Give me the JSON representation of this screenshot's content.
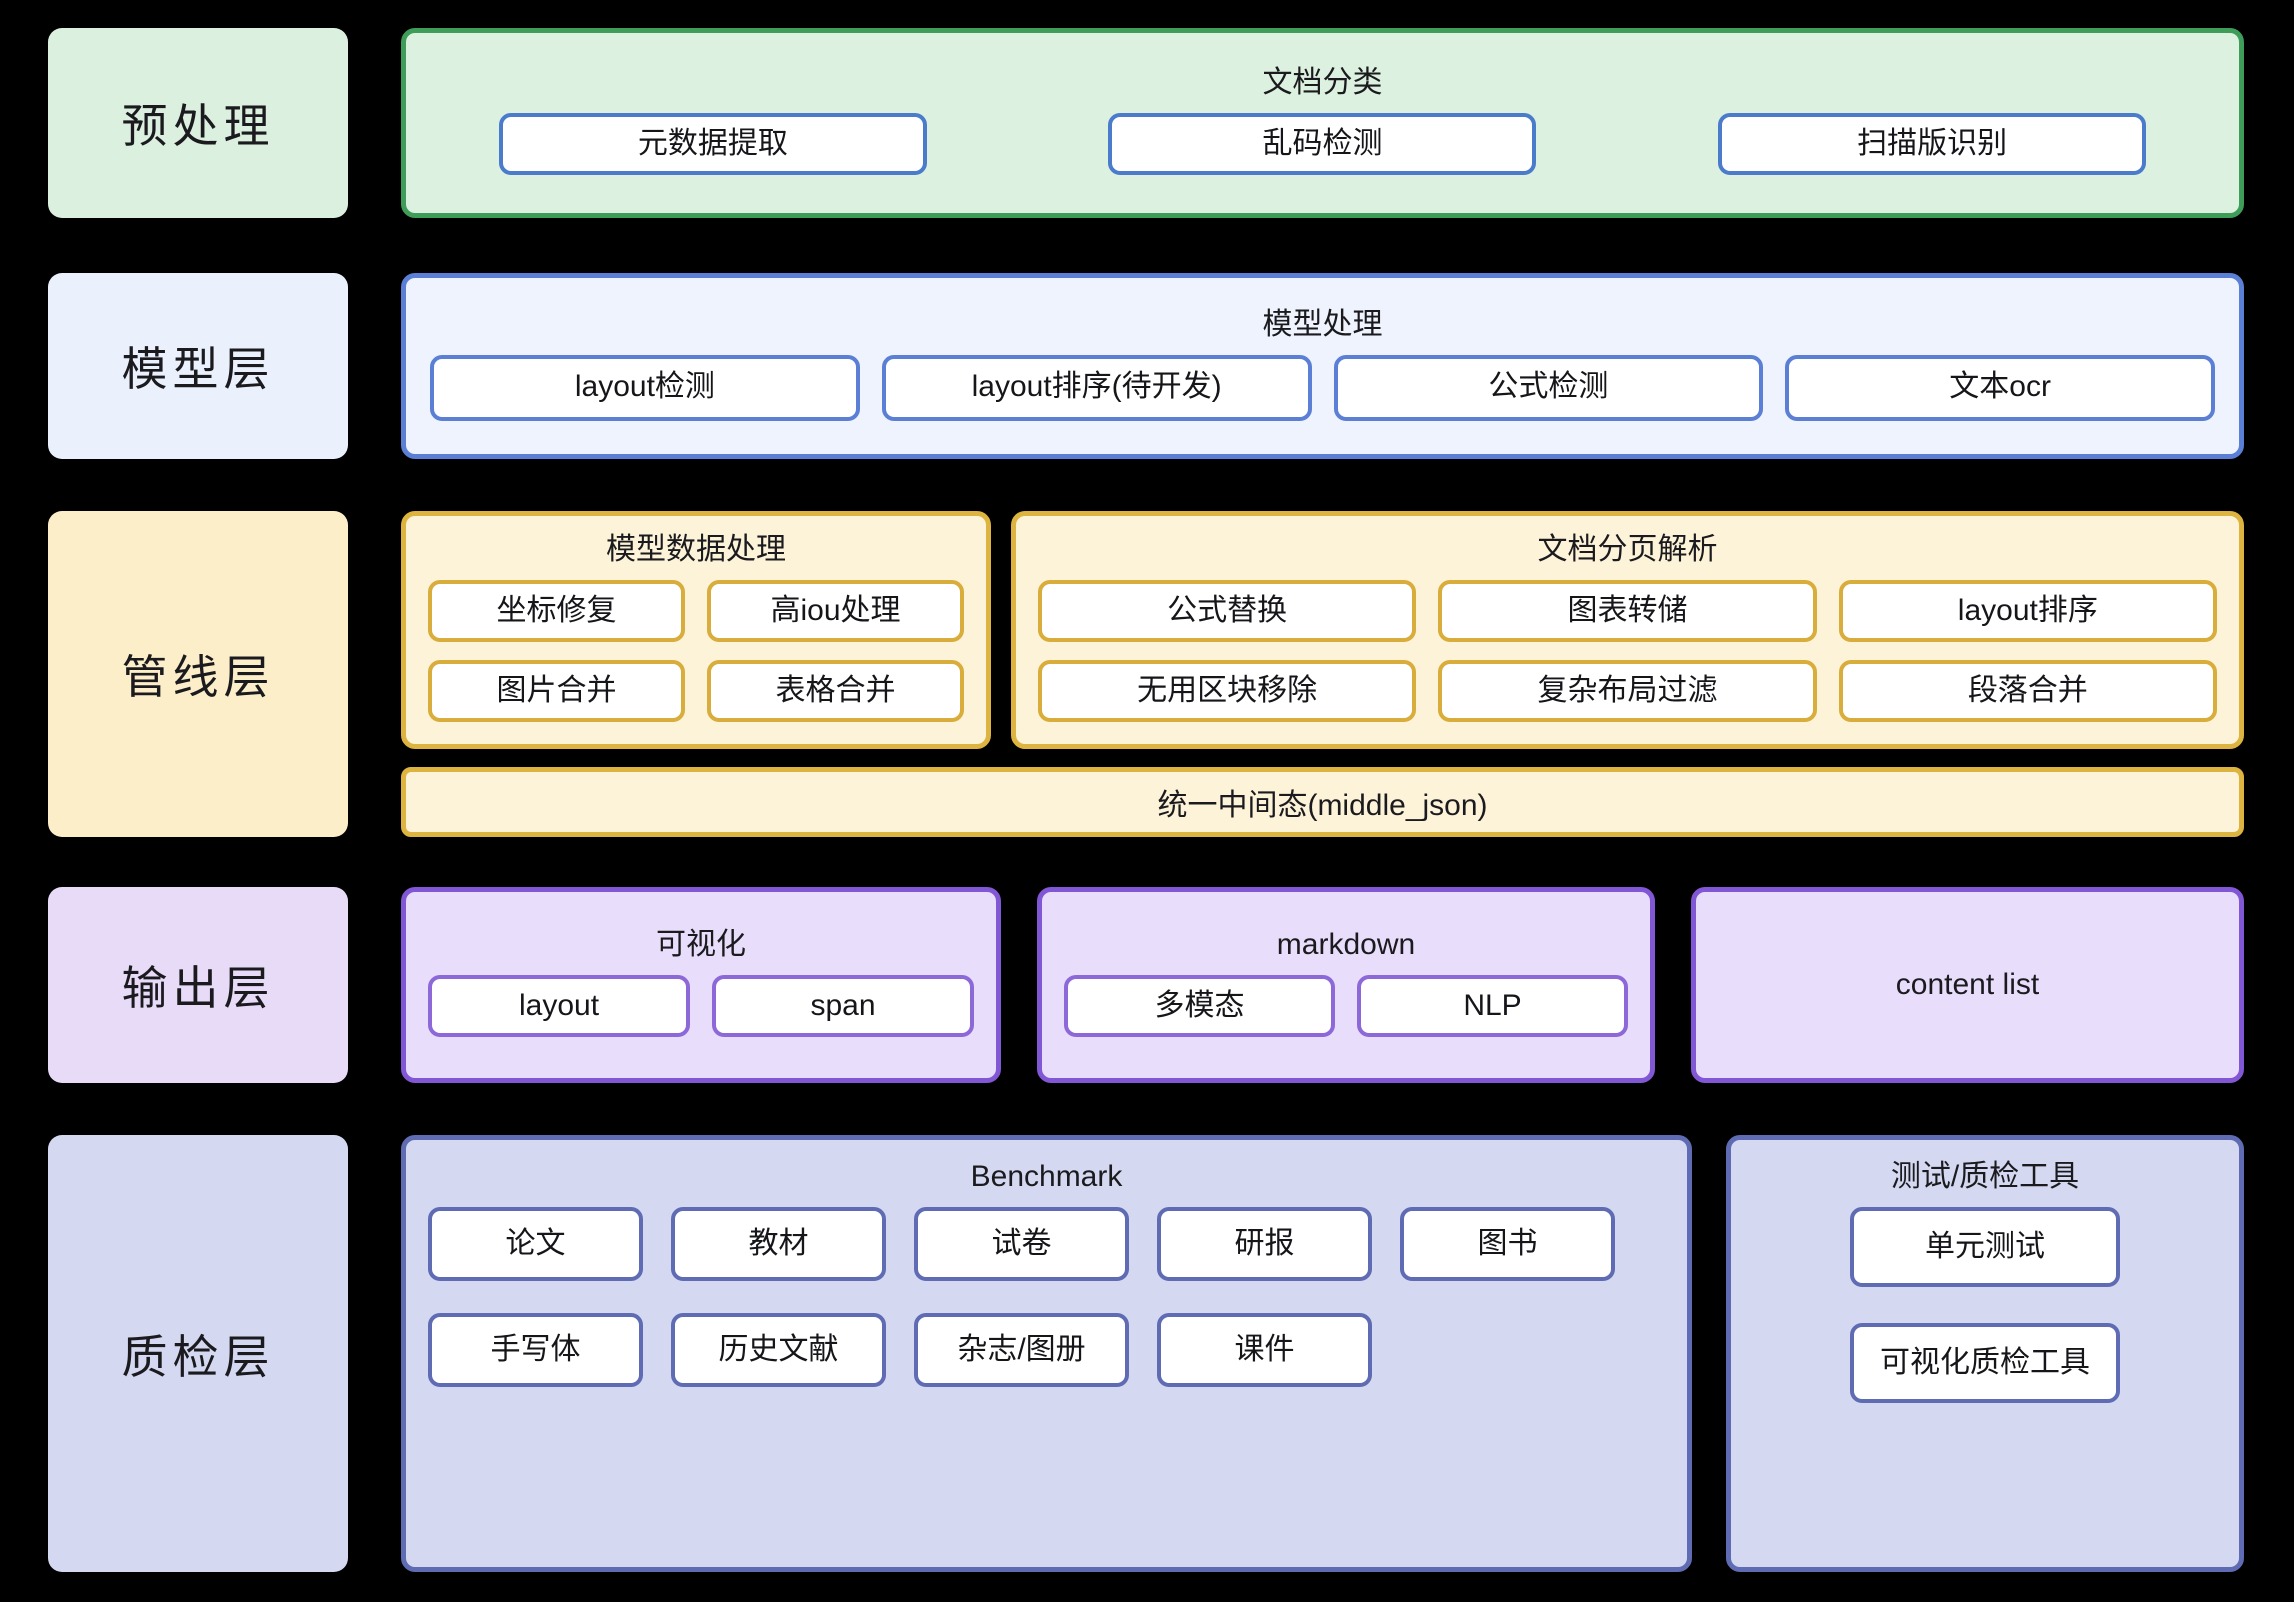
{
  "diagram": {
    "background_color": "#000000",
    "layers": [
      {
        "id": "preprocess",
        "label": "预处理",
        "accent": "#3f9d5a",
        "fill": "#ddf1e0",
        "groups": [
          {
            "title": "文档分类",
            "items": [
              [
                "元数据提取",
                "乱码检测",
                "扫描版识别"
              ]
            ]
          }
        ]
      },
      {
        "id": "model",
        "label": "模型层",
        "accent": "#5a7fd4",
        "fill": "#eef3fd",
        "groups": [
          {
            "title": "模型处理",
            "items": [
              [
                "layout检测",
                "layout排序(待开发)",
                "公式检测",
                "文本ocr"
              ]
            ]
          }
        ]
      },
      {
        "id": "pipeline",
        "label": "管线层",
        "accent": "#ddb43f",
        "fill": "#fdf3d8",
        "groups": [
          {
            "title": "模型数据处理",
            "items": [
              [
                "坐标修复",
                "高iou处理"
              ],
              [
                "图片合并",
                "表格合并"
              ]
            ]
          },
          {
            "title": "文档分页解析",
            "items": [
              [
                "公式替换",
                "图表转储",
                "layout排序"
              ],
              [
                "无用区块移除",
                "复杂布局过滤",
                "段落合并"
              ]
            ]
          }
        ],
        "bar": "统一中间态(middle_json)"
      },
      {
        "id": "output",
        "label": "输出层",
        "accent": "#8257d6",
        "fill": "#e8ddfa",
        "groups": [
          {
            "title": "可视化",
            "items": [
              [
                "layout",
                "span"
              ]
            ]
          },
          {
            "title": "markdown",
            "items": [
              [
                "多模态",
                "NLP"
              ]
            ]
          },
          {
            "title": "content list",
            "items": []
          }
        ]
      },
      {
        "id": "quality",
        "label": "质检层",
        "accent": "#5f6cb4",
        "fill": "#d4d9f1",
        "groups": [
          {
            "title": "Benchmark",
            "items": [
              [
                "论文",
                "教材",
                "试卷",
                "研报",
                "图书"
              ],
              [
                "手写体",
                "历史文献",
                "杂志/图册",
                "课件"
              ]
            ]
          },
          {
            "title": "测试/质检工具",
            "items": [
              [
                "单元测试"
              ],
              [
                "可视化质检工具"
              ]
            ]
          }
        ]
      }
    ]
  }
}
